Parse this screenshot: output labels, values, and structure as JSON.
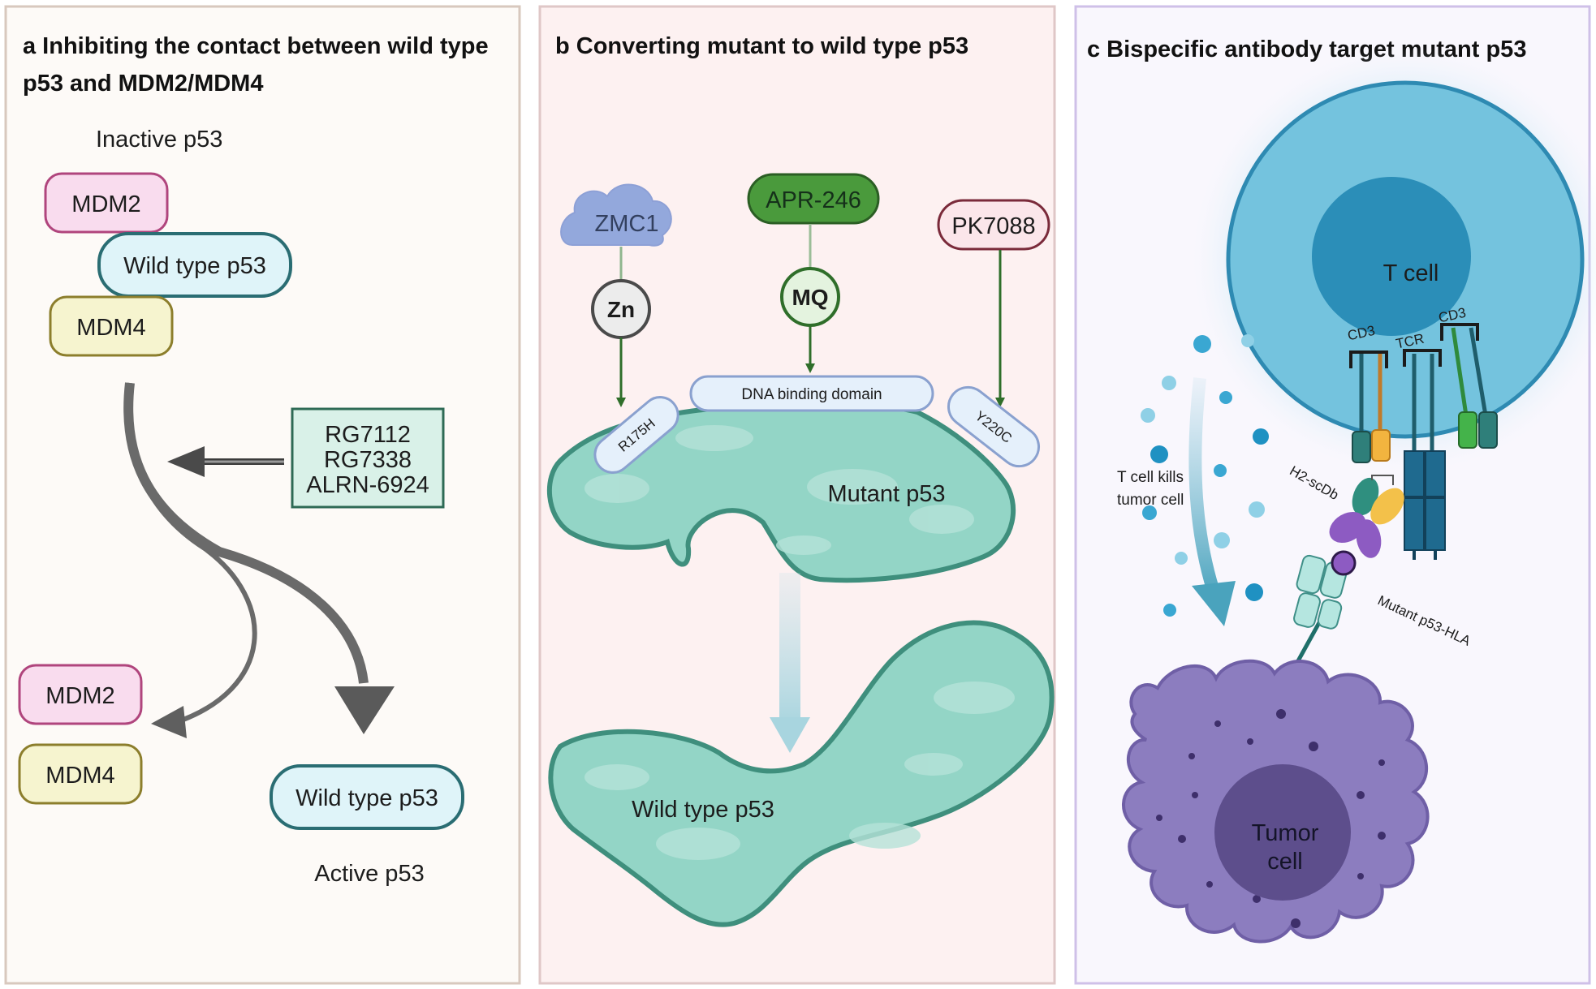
{
  "panel_a": {
    "title_line1": "a Inhibiting the contact between wild type",
    "title_line2": "p53 and MDM2/MDM4",
    "inactive_label": "Inactive p53",
    "mdm2_top": "MDM2",
    "wild_type_top": "Wild type p53",
    "mdm4_top": "MDM4",
    "drugs": [
      "RG7112",
      "RG7338",
      "ALRN-6924"
    ],
    "mdm2_bottom": "MDM2",
    "mdm4_bottom": "MDM4",
    "wild_type_bottom": "Wild type p53",
    "active_label": "Active p53"
  },
  "panel_b": {
    "title": "b Converting mutant to wild type p53",
    "zmc1": "ZMC1",
    "zn": "Zn",
    "apr246": "APR-246",
    "mq": "MQ",
    "pk7088": "PK7088",
    "dna_domain": "DNA binding domain",
    "r175h": "R175H",
    "y220c": "Y220C",
    "mutant_label": "Mutant p53",
    "wild_label": "Wild type p53"
  },
  "panel_c": {
    "title": "c Bispecific antibody target mutant p53",
    "t_cell": "T cell",
    "cd3_left": "CD3",
    "tcr": "TCR",
    "cd3_right": "CD3",
    "h2_scdb": "H2-scDb",
    "kills_line1": "T cell kills",
    "kills_line2": "tumor cell",
    "mutant_hla": "Mutant p53-HLA",
    "tumor_line1": "Tumor",
    "tumor_line2": "cell"
  },
  "colors": {
    "panel_a_bg": "#fdfaf7",
    "panel_b_bg": "#fdf1f1",
    "panel_c_bg": "#f9f7fd",
    "mdm2_fill": "#f9dcee",
    "mdm2_stroke": "#b0457d",
    "mdm4_fill": "#f6f4cf",
    "mdm4_stroke": "#8c7e2c",
    "p53_fill": "#dff4f9",
    "p53_stroke": "#2a6d73",
    "drug_box_fill": "#d9f1e8",
    "drug_box_stroke": "#2e6a55",
    "protein_fill": "#93d5c6",
    "protein_stroke": "#3f8f7d",
    "arrow_green": "#2f6e2a",
    "tcell_fill": "#74c3de",
    "tcell_nucleus": "#2b8eb8",
    "tumor_fill": "#8c7dbf",
    "tumor_nucleus": "#5d4e8c"
  }
}
